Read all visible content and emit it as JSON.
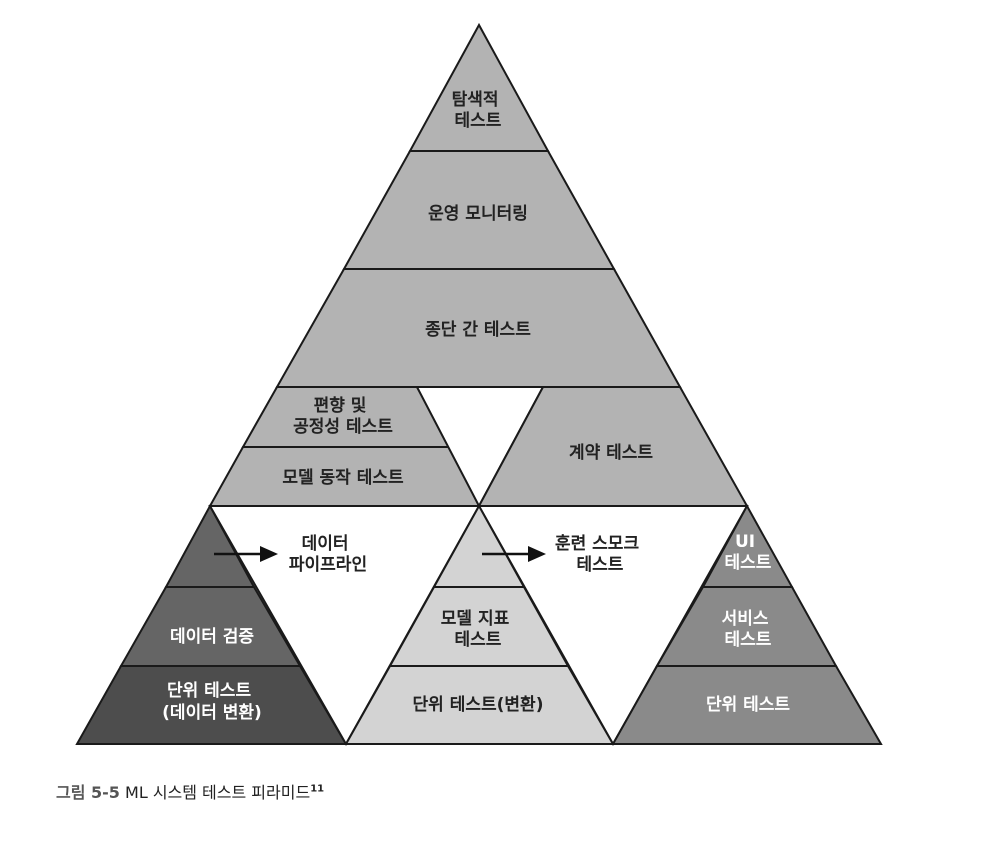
{
  "diagram": {
    "top": {
      "exploratory": [
        "탐색적",
        "테스트"
      ],
      "monitoring": [
        "운영 모니터링"
      ],
      "e2e": [
        "종단 간 테스트"
      ]
    },
    "middle": {
      "bias": [
        "편향 및",
        "공정성 테스트"
      ],
      "model_behavior": [
        "모델 동작 테스트"
      ],
      "contract": [
        "계약 테스트"
      ]
    },
    "bottom_left": {
      "pipeline": [
        "데이터",
        "파이프라인"
      ],
      "data_validation": [
        "데이터 검증"
      ],
      "unit_data": [
        "단위 테스트",
        "(데이터 변환)"
      ]
    },
    "bottom_middle": {
      "training_smoke": [
        "훈련 스모크",
        "테스트"
      ],
      "model_metrics": [
        "모델 지표",
        "테스트"
      ],
      "unit_transform": [
        "단위 테스트(변환)"
      ]
    },
    "bottom_right": {
      "ui": [
        "UI",
        "테스트"
      ],
      "service": [
        "서비스",
        "테스트"
      ],
      "unit": [
        "단위 테스트"
      ]
    }
  },
  "colors": {
    "top_gray": "#b3b3b3",
    "bias_gray": "#b3b3b3",
    "left_dark": "#4d4d4d",
    "left_mid": "#656565",
    "middle_light": "#d3d3d3",
    "right_mid": "#8a8a8a",
    "white": "#ffffff"
  },
  "caption": {
    "figure": "그림 5-5",
    "text": " ML 시스템 테스트 피라미드",
    "footnote": "11"
  }
}
